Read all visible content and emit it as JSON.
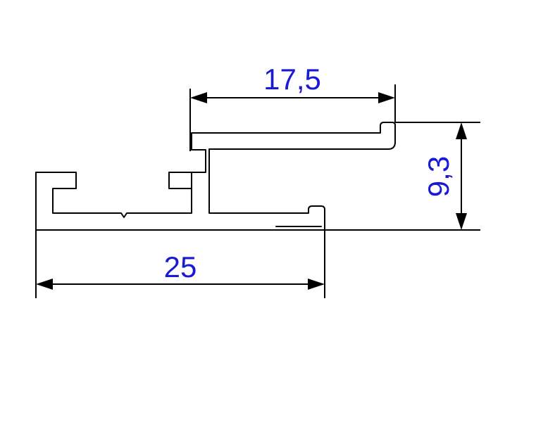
{
  "dimensions": {
    "top_width": {
      "label": "17,5"
    },
    "height": {
      "label": "9,3"
    },
    "bottom_width": {
      "label": "25"
    }
  },
  "colors": {
    "dimension_text": "#1a1ad6",
    "lines": "#000000",
    "background": "#ffffff"
  }
}
